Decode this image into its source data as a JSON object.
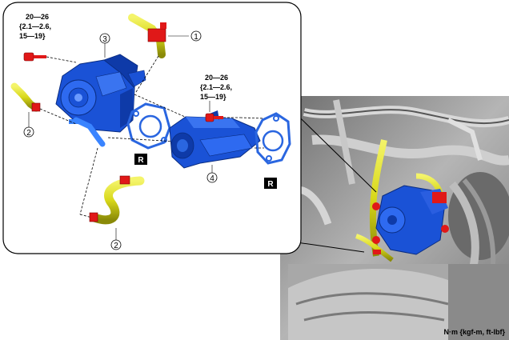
{
  "torque_top_left": [
    "20—26",
    "{2.1—2.6,",
    "15—19}"
  ],
  "torque_mid": [
    "20—26",
    "{2.1—2.6,",
    "15—19}"
  ],
  "callouts": {
    "c1": "1",
    "c2a": "2",
    "c2b": "2",
    "c3": "3",
    "c4": "4"
  },
  "replace_tag": "R",
  "units_caption": "N·m {kgf-m, ft-lbf}",
  "colors": {
    "part_blue": "#1a52d6",
    "part_blue_dark": "#0e3aa8",
    "gasket_blue": "#2a66e0",
    "hose_yellow": "#e0e020",
    "clamp_red": "#e01818",
    "engine_gray": "#9a9a9a"
  }
}
